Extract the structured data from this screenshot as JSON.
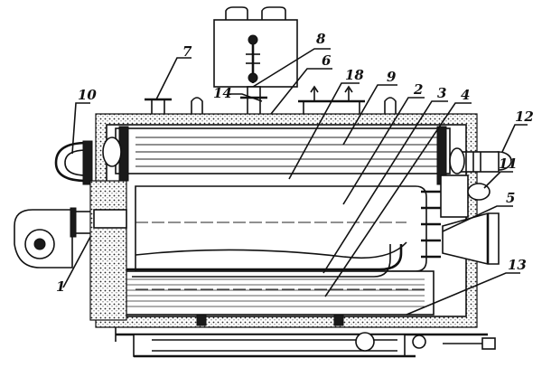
{
  "labels": {
    "l7": "7",
    "l8": "8",
    "l6": "6",
    "l18": "18",
    "l9": "9",
    "l2": "2",
    "l3": "3",
    "l4": "4",
    "l14": "14",
    "l10": "10",
    "l12": "12",
    "l11": "11",
    "l5": "5",
    "l13": "13",
    "l1": "1"
  },
  "colors": {
    "ink": "#111111",
    "paper": "#ffffff"
  }
}
